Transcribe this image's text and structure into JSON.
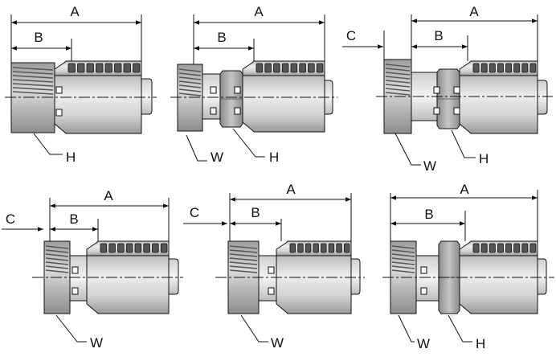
{
  "colors": {
    "ink": "#111111",
    "body_light": "#d9d9d9",
    "body_mid": "#bdbdbd",
    "body_dark": "#8a8a8a",
    "crimp_tooth": "#555555",
    "background": "#ffffff"
  },
  "figures": [
    {
      "id": "fig1",
      "style": "female-swivel",
      "dimensions": {
        "A": "A",
        "B": "B"
      },
      "callouts": [
        "H"
      ]
    },
    {
      "id": "fig2",
      "style": "female-swivel-double-hex",
      "dimensions": {
        "A": "A",
        "B": "B"
      },
      "callouts": [
        "W",
        "H"
      ]
    },
    {
      "id": "fig3",
      "style": "female-swivel-double-hex-c",
      "dimensions": {
        "A": "A",
        "B": "B",
        "C": "C"
      },
      "callouts": [
        "W",
        "H"
      ]
    },
    {
      "id": "fig4",
      "style": "female-swivel-nut",
      "dimensions": {
        "A": "A",
        "B": "B",
        "C": "C"
      },
      "callouts": [
        "W"
      ]
    },
    {
      "id": "fig5",
      "style": "female-swivel-nut-short",
      "dimensions": {
        "A": "A",
        "B": "B",
        "C": "C"
      },
      "callouts": [
        "W"
      ]
    },
    {
      "id": "fig6",
      "style": "female-swivel-nut-hex",
      "dimensions": {
        "A": "A",
        "B": "B"
      },
      "callouts": [
        "W",
        "H"
      ]
    }
  ]
}
